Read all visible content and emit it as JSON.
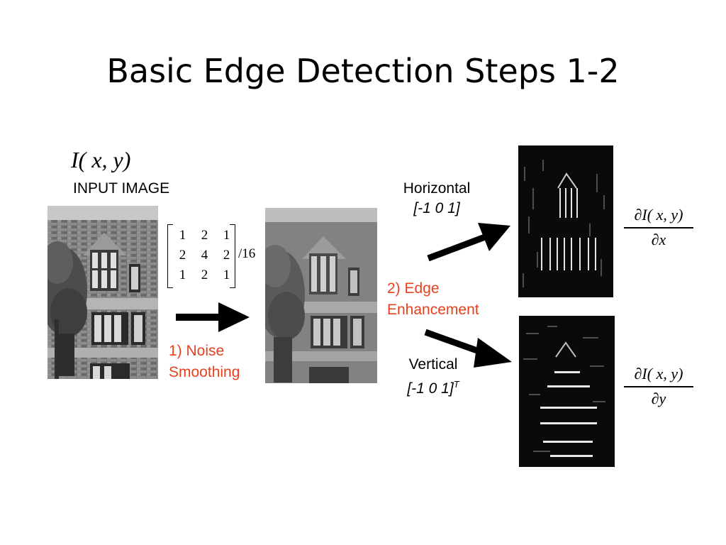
{
  "slide": {
    "title": "Basic Edge Detection Steps 1-2",
    "input": {
      "func_I": "I",
      "func_args": "( x, y)",
      "label": "INPUT IMAGE"
    },
    "kernel": {
      "rows": [
        [
          "1",
          "2",
          "1"
        ],
        [
          "2",
          "4",
          "2"
        ],
        [
          "1",
          "2",
          "1"
        ]
      ],
      "divisor": "/16"
    },
    "step1": {
      "line1": "1) Noise",
      "line2": "Smoothing"
    },
    "step2": {
      "line1": "2) Edge",
      "line2": "Enhancement"
    },
    "horizontal": {
      "label": "Horizontal",
      "kernel": "[-1 0 1]"
    },
    "vertical": {
      "label": "Vertical",
      "kernel": "[-1 0 1]",
      "sup": "T"
    },
    "deriv_x": {
      "num_d": "∂",
      "num_I": "I",
      "num_args": "( x, y)",
      "den": "∂x"
    },
    "deriv_y": {
      "num_d": "∂",
      "num_I": "I",
      "num_args": "( x, y)",
      "den": "∂y"
    },
    "colors": {
      "accent": "#e8411e",
      "text": "#000000",
      "edge_bg": "#0a0a0a"
    }
  }
}
